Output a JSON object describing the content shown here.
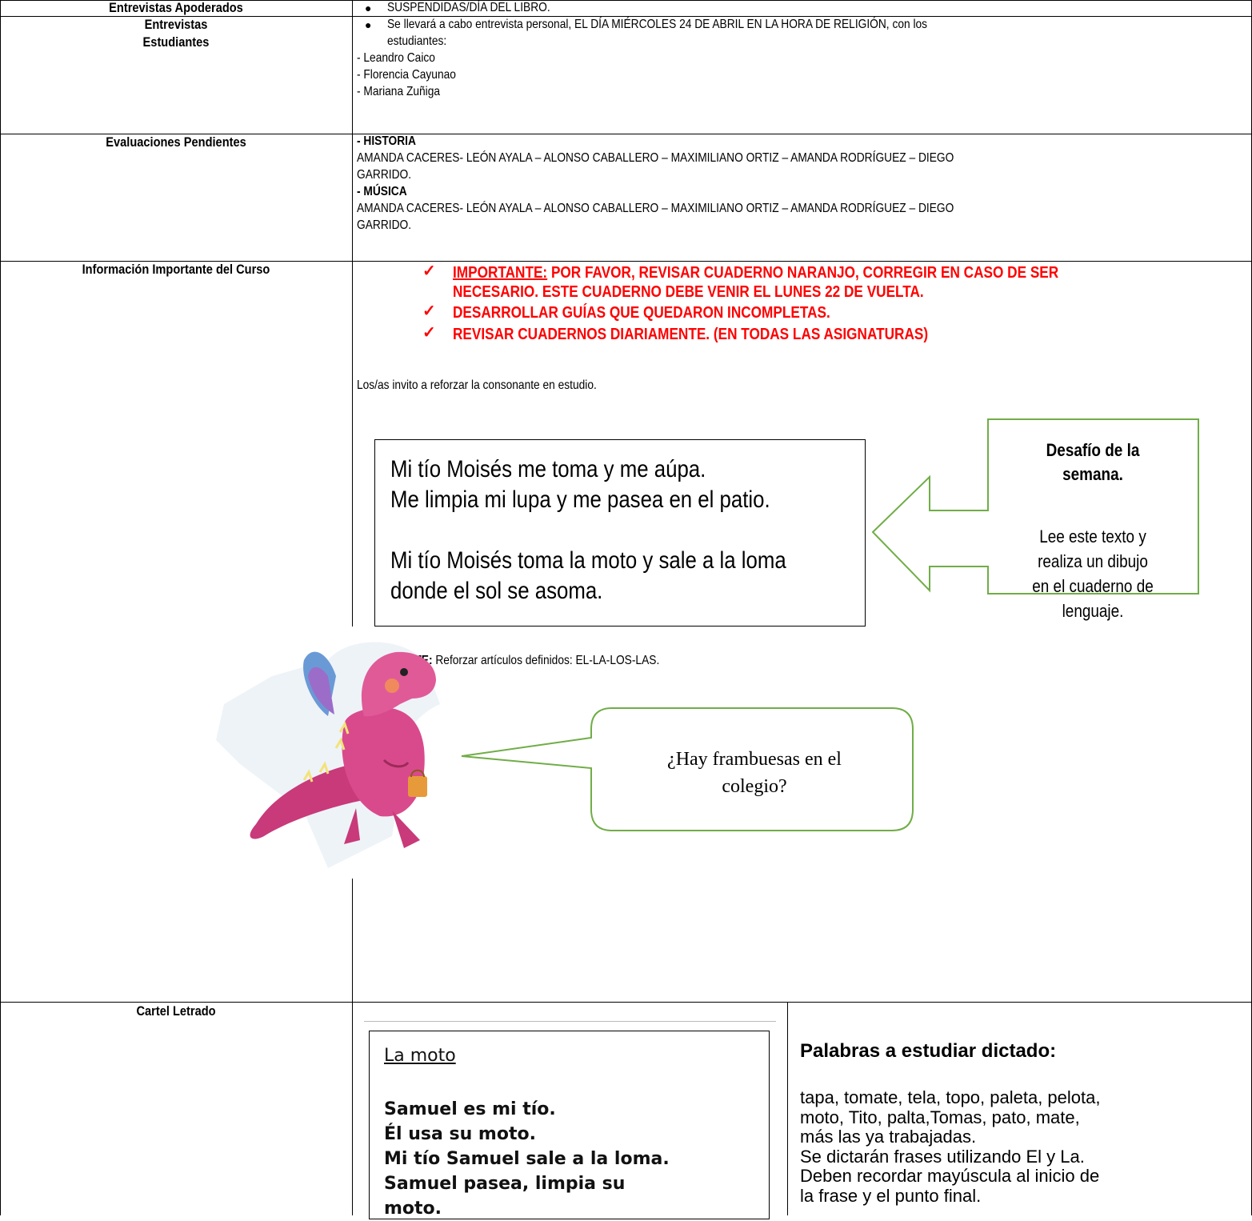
{
  "rows": {
    "apoderados": {
      "label": "Entrevistas Apoderados",
      "bullet": "SUSPENDIDAS/DÍA DEL LIBRO."
    },
    "estudiantes": {
      "label_line1": "Entrevistas",
      "label_line2": "Estudiantes",
      "bullet_line1": "Se llevará a cabo entrevista personal, EL DÍA MIÉRCOLES 24 DE ABRIL EN LA HORA DE RELIGIÓN, con los",
      "bullet_line2": "estudiantes:",
      "students": [
        "- Leandro Caico",
        "- Florencia Cayunao",
        "- Mariana Zuñiga"
      ]
    },
    "evaluaciones": {
      "label": "Evaluaciones Pendientes",
      "historia_title": "- HISTORIA",
      "historia_line1": "AMANDA CACERES- LEÓN AYALA – ALONSO CABALLERO – MAXIMILIANO ORTIZ – AMANDA RODRÍGUEZ – DIEGO",
      "historia_line2": "GARRIDO.",
      "musica_title": "- MÚSICA",
      "musica_line1": "AMANDA CACERES- LEÓN AYALA – ALONSO CABALLERO – MAXIMILIANO ORTIZ – AMANDA RODRÍGUEZ – DIEGO",
      "musica_line2": "GARRIDO."
    },
    "informacion": {
      "label": "Información Importante del Curso",
      "item1_prefix": "IMPORTANTE:",
      "item1_rest": " POR FAVOR, REVISAR CUADERNO NARANJO, CORREGIR EN CASO DE SER",
      "item1_line2": "NECESARIO. ESTE CUADERNO DEBE VENIR EL LUNES 22 DE VUELTA.",
      "item2": "DESARROLLAR GUÍAS QUE QUEDARON INCOMPLETAS.",
      "item3": "REVISAR CUADERNOS DIARIAMENTE. (EN TODAS LAS ASIGNATURAS)",
      "invite": "Los/as invito a reforzar la consonante en estudio.",
      "poem": [
        "Mi tío Moisés me toma y me aúpa.",
        "Me limpia mi lupa y me pasea en el patio.",
        "",
        "Mi tío Moisés toma la moto y sale a la loma",
        "donde el sol se asoma."
      ],
      "challenge_title_1": "Desafío de la",
      "challenge_title_2": "semana.",
      "challenge_body": [
        "Lee este texto y",
        "realiza un dibujo",
        "en el cuaderno de",
        "lenguaje."
      ],
      "important_prefix": "IMPORTANTE:",
      "important_text": " Reforzar artículos definidos: EL-LA-LOS-LAS.",
      "bubble_line1": "¿Hay frambuesas en el",
      "bubble_line2": "colegio?"
    },
    "cartel": {
      "label": "Cartel Letrado",
      "story_title": "La moto",
      "story_lines": [
        "Samuel es mi tío.",
        "Él usa su moto.",
        "Mi tío Samuel sale a la loma.",
        "Samuel pasea, limpia su",
        "moto."
      ],
      "words_title": "Palabras a estudiar dictado:",
      "words_lines": [
        "tapa, tomate, tela, topo, paleta, pelota,",
        "moto, Tito, palta,Tomas, pato, mate,",
        "más las ya trabajadas.",
        "Se dictarán frases utilizando El y La.",
        "Deben recordar mayúscula al inicio de",
        "la frase y el punto final."
      ]
    }
  },
  "colors": {
    "important_red": "#ff0000",
    "green_border": "#70ad47",
    "dragon_pink": "#d94a8c"
  },
  "icons": {
    "bullet": "bullet-dot-icon",
    "check": "checkmark-icon",
    "mascot": "dragon-illustration-icon"
  }
}
